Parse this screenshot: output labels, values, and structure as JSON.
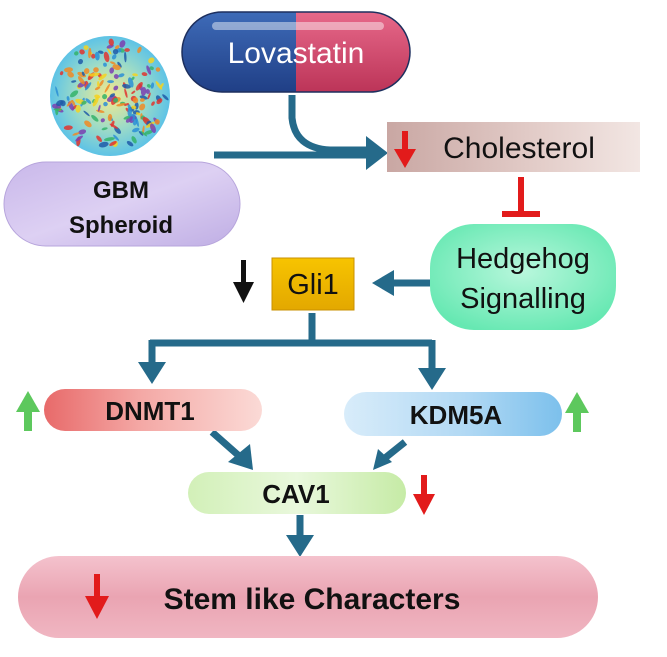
{
  "nodes": {
    "drug": "Lovastatin",
    "spheroid_line1": "GBM",
    "spheroid_line2": "Spheroid",
    "cholesterol": "Cholesterol",
    "hedgehog_line1": "Hedgehog",
    "hedgehog_line2": "Signalling",
    "gli1": "Gli1",
    "dnmt1": "DNMT1",
    "kdm5a": "KDM5A",
    "cav1": "CAV1",
    "stem": "Stem like Characters"
  },
  "regulation": {
    "cholesterol": "down",
    "gli1": "down",
    "dnmt1": "up",
    "kdm5a": "up",
    "cav1": "down",
    "stem": "down"
  },
  "colors": {
    "arrow": "#256a8a",
    "inhibit": "#e21b1b",
    "down_red": "#e21b1b",
    "down_black": "#111111",
    "up_green": "#5dc85d",
    "capsule_left": "#2a4f96",
    "capsule_right": "#d24a6a",
    "gli1_box": "#eeb200",
    "hedgehog_fill": "#7ef0c0",
    "cholesterol_fill": "#dcbcb8"
  }
}
